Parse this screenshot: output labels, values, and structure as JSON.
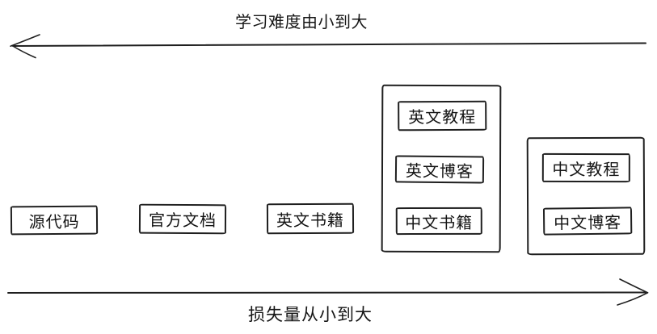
{
  "canvas": {
    "background": "#ffffff",
    "ink": "#1f1f1f"
  },
  "axes": {
    "top": {
      "label": "学习难度由小到大",
      "arrow_direction": "left",
      "icon": "left-arrow-icon"
    },
    "bottom": {
      "label": "损失量从小到大",
      "arrow_direction": "right",
      "icon": "right-arrow-icon"
    }
  },
  "nodes": [
    {
      "label": "源代码"
    },
    {
      "label": "官方文档"
    },
    {
      "label": "英文书籍"
    }
  ],
  "groups": [
    {
      "items": [
        {
          "label": "英文教程"
        },
        {
          "label": "英文博客"
        },
        {
          "label": "中文书籍"
        }
      ]
    },
    {
      "items": [
        {
          "label": "中文教程"
        },
        {
          "label": "中文博客"
        }
      ]
    }
  ]
}
